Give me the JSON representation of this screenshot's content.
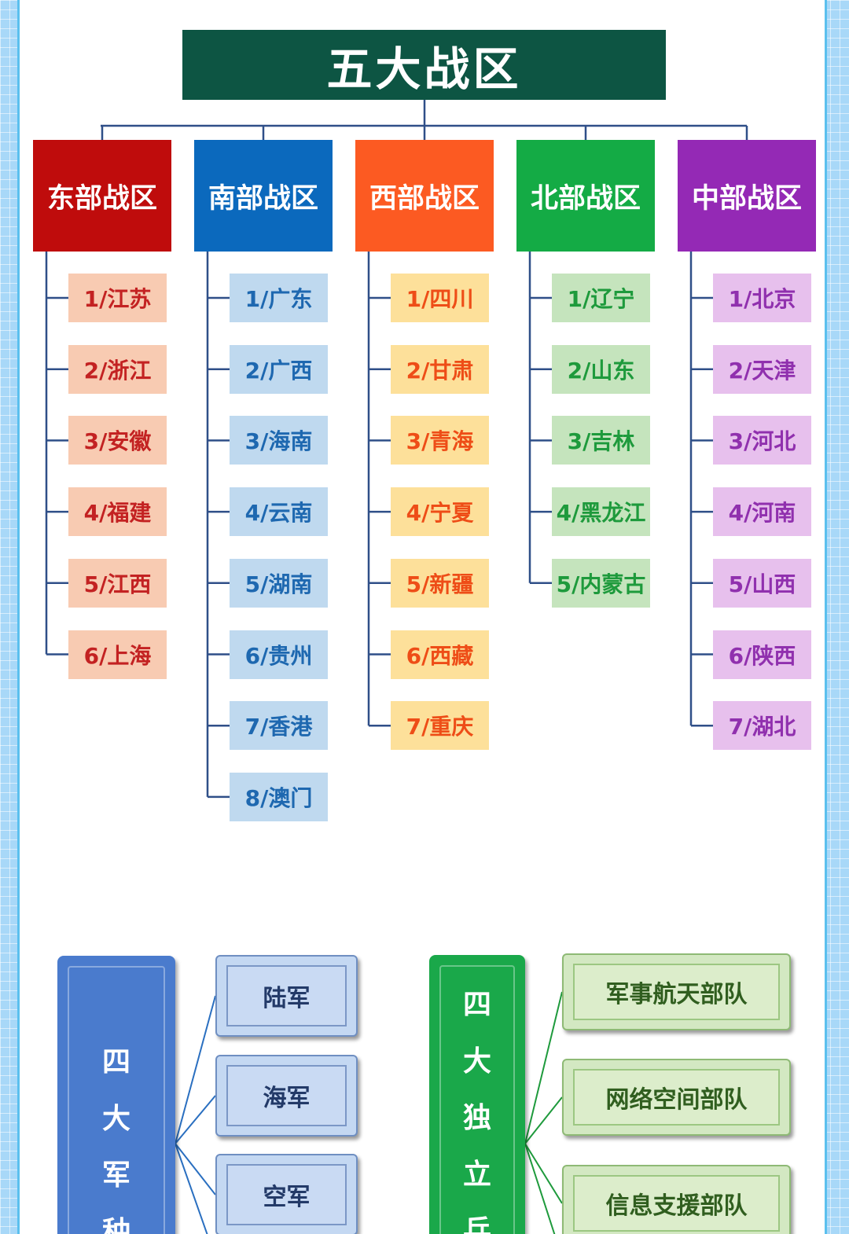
{
  "title": "五大战区",
  "zones": [
    {
      "name": "东部战区",
      "color": "#bf0c0c",
      "item_bg": "#f8cbb2",
      "item_fg": "#c32222",
      "items": [
        "1/江苏",
        "2/浙江",
        "3/安徽",
        "4/福建",
        "5/江西",
        "6/上海"
      ]
    },
    {
      "name": "南部战区",
      "color": "#0b69bd",
      "item_bg": "#bfd9ef",
      "item_fg": "#1e68b0",
      "items": [
        "1/广东",
        "2/广西",
        "3/海南",
        "4/云南",
        "5/湖南",
        "6/贵州",
        "7/香港",
        "8/澳门"
      ]
    },
    {
      "name": "西部战区",
      "color": "#fc5a22",
      "item_bg": "#fde09a",
      "item_fg": "#ee4d17",
      "items": [
        "1/四川",
        "2/甘肃",
        "3/青海",
        "4/宁夏",
        "5/新疆",
        "6/西藏",
        "7/重庆"
      ]
    },
    {
      "name": "北部战区",
      "color": "#14ab45",
      "item_bg": "#c5e4bd",
      "item_fg": "#1e9a3c",
      "items": [
        "1/辽宁",
        "2/山东",
        "3/吉林",
        "4/黑龙江",
        "5/内蒙古"
      ]
    },
    {
      "name": "中部战区",
      "color": "#9429b5",
      "item_bg": "#e7c0ed",
      "item_fg": "#9030ae",
      "items": [
        "1/北京",
        "2/天津",
        "3/河北",
        "4/河南",
        "5/山西",
        "6/陕西",
        "7/湖北"
      ]
    }
  ],
  "services": {
    "label": [
      "四",
      "大",
      "军",
      "种"
    ],
    "color": "#4a7bcd",
    "items": [
      "陆军",
      "海军",
      "空军"
    ]
  },
  "independent": {
    "label": [
      "四",
      "大",
      "独",
      "立",
      "兵"
    ],
    "color": "#1aa84a",
    "items": [
      "军事航天部队",
      "网络空间部队",
      "信息支援部队"
    ]
  },
  "line_color": "#2f4f88"
}
